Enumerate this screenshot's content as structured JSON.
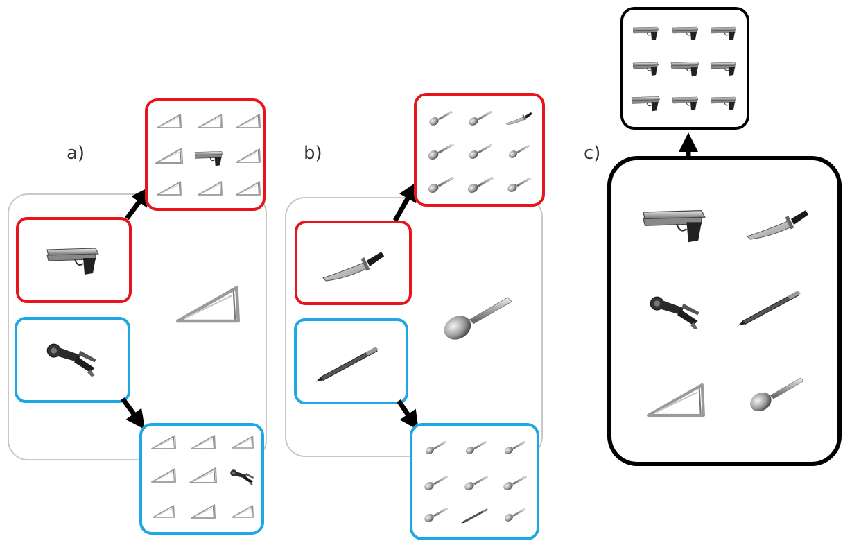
{
  "panels": [
    {
      "label": "a)",
      "cue": "pistol",
      "distractor": "hose-nozzle",
      "middle": "carpenter-square",
      "red_grid": [
        "carpenter-square",
        "carpenter-square",
        "carpenter-square",
        "carpenter-square",
        "pistol",
        "carpenter-square",
        "carpenter-square",
        "carpenter-square",
        "carpenter-square"
      ],
      "blue_grid": [
        "carpenter-square",
        "carpenter-square",
        "carpenter-square",
        "carpenter-square",
        "carpenter-square",
        "hose-nozzle",
        "carpenter-square",
        "carpenter-square",
        "carpenter-square"
      ]
    },
    {
      "label": "b)",
      "cue": "knife",
      "distractor": "pen",
      "middle": "spoon",
      "red_grid": [
        "spoon",
        "spoon",
        "knife",
        "spoon",
        "spoon",
        "spoon",
        "spoon",
        "spoon",
        "spoon"
      ],
      "blue_grid": [
        "spoon",
        "spoon",
        "spoon",
        "spoon",
        "spoon",
        "spoon",
        "spoon",
        "pen",
        "spoon"
      ]
    },
    {
      "label": "c)",
      "set_items": [
        "pistol",
        "knife",
        "hose-nozzle",
        "pen",
        "carpenter-square",
        "spoon"
      ],
      "top_grid": [
        "pistol",
        "pistol",
        "pistol",
        "pistol",
        "pistol",
        "pistol",
        "pistol",
        "pistol",
        "pistol"
      ]
    }
  ],
  "colors": {
    "red": "#e8141b",
    "blue": "#1ea7e4",
    "gray": "#c8c8c8",
    "black": "#000000"
  }
}
